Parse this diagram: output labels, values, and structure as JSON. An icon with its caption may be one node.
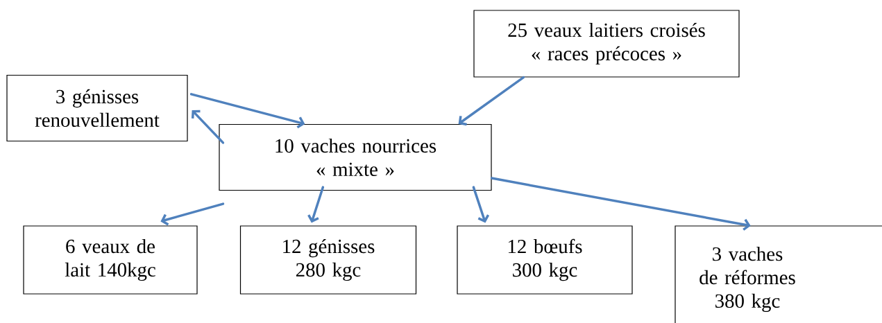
{
  "diagram": {
    "nodes": [
      {
        "text": [
          "25 veaux laitiers croisés « races précoces »"
        ]
      },
      {
        "text": [
          "3 génisses renouvellement"
        ]
      },
      {
        "text": [
          "10 vaches nourrices « mixte »"
        ]
      },
      {
        "text": [
          "6 veaux de lait 140kgc"
        ]
      },
      {
        "text": [
          "12 génisses 280 kgc"
        ]
      },
      {
        "text": [
          "12 bœufs 300 kgc"
        ]
      },
      {
        "text": [
          "3 vaches de réformes 380 kgc"
        ]
      }
    ],
    "edges": [
      {
        "from": 0,
        "to": 2,
        "arrow": "to"
      },
      {
        "from": 1,
        "to": 2,
        "arrow": "to"
      },
      {
        "from": 2,
        "to": 1,
        "arrow": "to"
      },
      {
        "from": 2,
        "to": 3,
        "arrow": "to"
      },
      {
        "from": 2,
        "to": 4,
        "arrow": "to"
      },
      {
        "from": 2,
        "to": 5,
        "arrow": "to"
      },
      {
        "from": 2,
        "to": 6,
        "arrow": "to"
      }
    ]
  }
}
